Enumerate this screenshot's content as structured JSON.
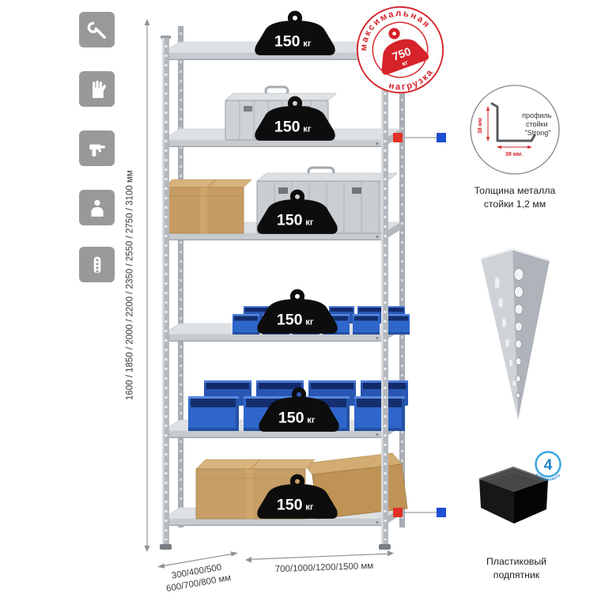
{
  "colors": {
    "accent_red": "#d6232a",
    "marker_red": "#e23027",
    "marker_blue": "#1e4ed2",
    "bin_blue": "#2f66cc",
    "metal_gray": "#c7cbcf"
  },
  "sidebar": {
    "icons": [
      "wrench",
      "glove",
      "drill",
      "person",
      "perforated-post"
    ]
  },
  "dimensions": {
    "height": "1600 / 1850 / 2000 / 2200 / 2350 / 2550 / 2750 / 3100 мм",
    "depth": "300/400/500\n600/700/800 мм",
    "width": "700/1000/1200/1500 мм"
  },
  "shelves": [
    {
      "load_value": "150",
      "load_unit": "кг"
    },
    {
      "load_value": "150",
      "load_unit": "кг"
    },
    {
      "load_value": "150",
      "load_unit": "кг"
    },
    {
      "load_value": "150",
      "load_unit": "кг"
    },
    {
      "load_value": "150",
      "load_unit": "кг"
    },
    {
      "load_value": "150",
      "load_unit": "кг"
    }
  ],
  "stamp": {
    "arc_top": "максимальная",
    "arc_bottom": "нагрузка",
    "value": "750",
    "unit": "кг"
  },
  "profile": {
    "line1": "профиль",
    "line2": "стойки",
    "line3": "\"Strong\"",
    "dim_vertical": "38 мм",
    "dim_horizontal": "38 мм.",
    "caption": "Толщина металла\nстойки 1,2 мм"
  },
  "foot": {
    "badge_value": "4",
    "badge_text": "в комплекте",
    "caption": "Пластиковый\nподпятник"
  }
}
